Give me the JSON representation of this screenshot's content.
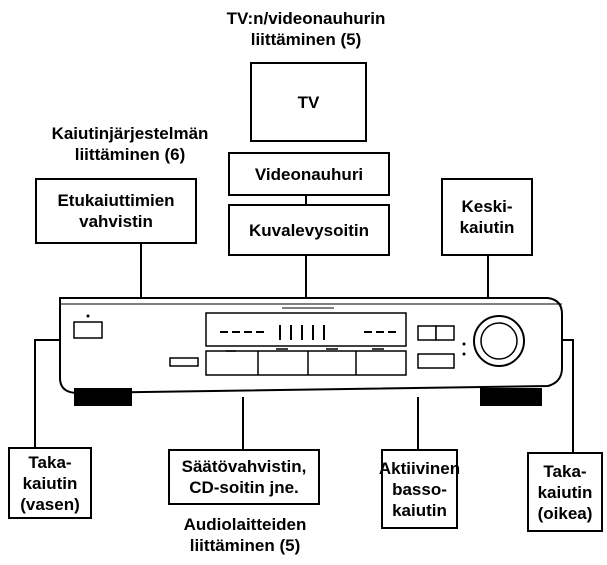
{
  "captions": {
    "tv_connection": "TV:n/videonauhurin\nliittäminen (5)",
    "speaker_connection": "Kaiutinjärjestelmän\nliittäminen (6)",
    "audio_connection": "Audiolaitteiden\nliittäminen (5)"
  },
  "boxes": {
    "tv": "TV",
    "vcr": "Videonauhuri",
    "front_amp": "Etukaiuttimien\nvahvistin",
    "ld_player": "Kuvalevysoitin",
    "center_speaker": "Keski-\nkaiutin",
    "rear_left": "Taka-\nkaiutin\n(vasen)",
    "tuner_cd": "Säätövahvistin,\nCD-soitin jne.",
    "subwoofer": "Aktiivinen\nbasso-\nkaiutin",
    "rear_right": "Taka-\nkaiutin\n(oikea)"
  },
  "colors": {
    "line": "#000000",
    "fill": "#ffffff",
    "foot": "#000000"
  }
}
